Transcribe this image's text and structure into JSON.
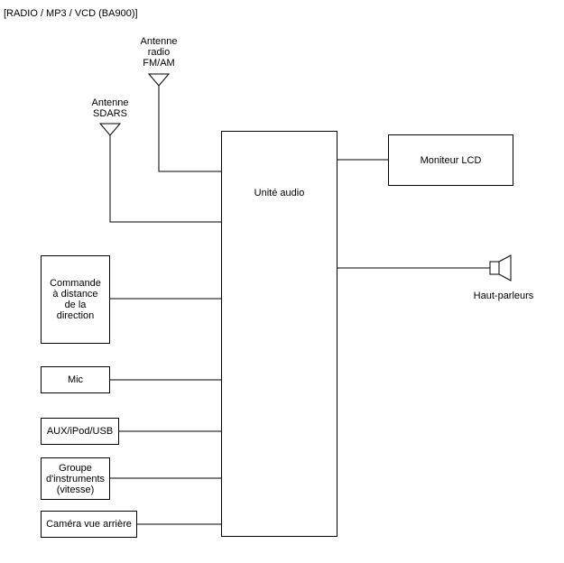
{
  "header": {
    "title": "[RADIO / MP3 / VCD (BA900)]"
  },
  "antennas": {
    "radio": "Antenne\nradio\nFM/AM",
    "sdars": "Antenne\nSDARS"
  },
  "center_unit": {
    "label": "Unité audio"
  },
  "right_blocks": {
    "monitor": "Moniteur LCD",
    "speakers": "Haut-parleurs"
  },
  "left_blocks": {
    "steering": "Commande\nà distance\nde la\ndirection",
    "mic": "Mic",
    "aux": "AUX/iPod/USB",
    "cluster": "Groupe\nd'instruments\n(vitesse)",
    "camera": "Caméra vue arrière"
  }
}
